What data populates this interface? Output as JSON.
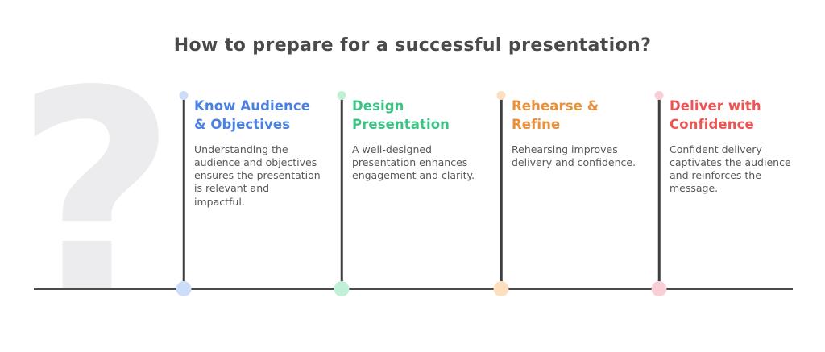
{
  "title": "How to prepare for a successful presentation?",
  "background_mark": "?",
  "timeline": {
    "axis_color": "#4b4b4b",
    "connector_color": "#3e3e3e"
  },
  "steps": [
    {
      "heading": "Know Audience & Objectives",
      "description": "Understanding the audience and objectives ensures the presentation is relevant and impactful.",
      "accent_color": "#4a80e0",
      "dot_color": "#cbddf8"
    },
    {
      "heading": "Design Presentation",
      "description": "A well-designed presentation enhances engagement and clarity.",
      "accent_color": "#3dc285",
      "dot_color": "#c0f0d6"
    },
    {
      "heading": "Rehearse & Refine",
      "description": "Rehearsing improves delivery and confidence.",
      "accent_color": "#e8913c",
      "dot_color": "#fbdfbe"
    },
    {
      "heading": "Deliver with Confidence",
      "description": "Confident delivery captivates the audience and reinforces the message.",
      "accent_color": "#ed5555",
      "dot_color": "#f8cfd6"
    }
  ]
}
